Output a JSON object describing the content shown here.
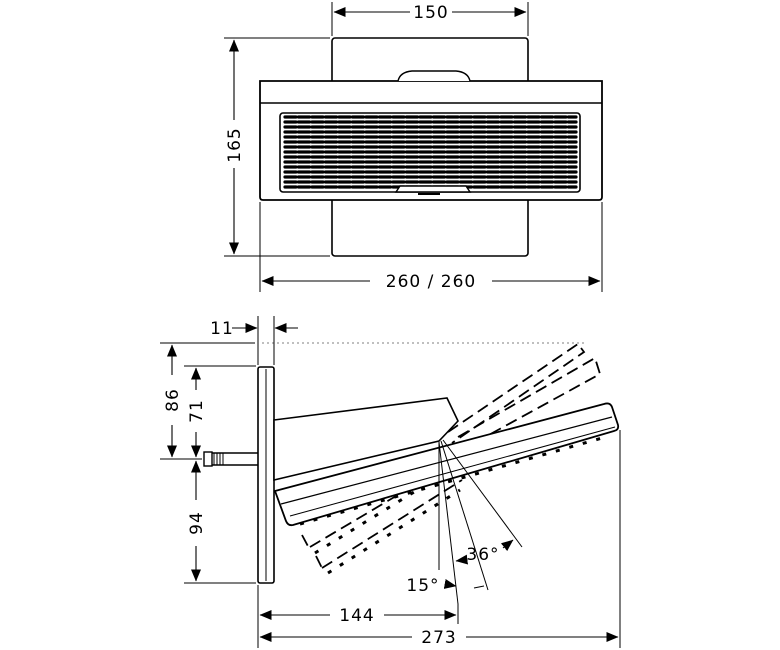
{
  "front_view": {
    "dim_top_width": "150",
    "dim_height": "165",
    "dim_bottom_width": "260 / 260"
  },
  "side_view": {
    "dim_wall_gap": "11",
    "dim_upper_outer": "86",
    "dim_upper_inner": "71",
    "dim_lower": "94",
    "dim_inner_projection": "144",
    "dim_total_projection": "273",
    "angle_upper": "36°",
    "angle_lower": "15°"
  }
}
